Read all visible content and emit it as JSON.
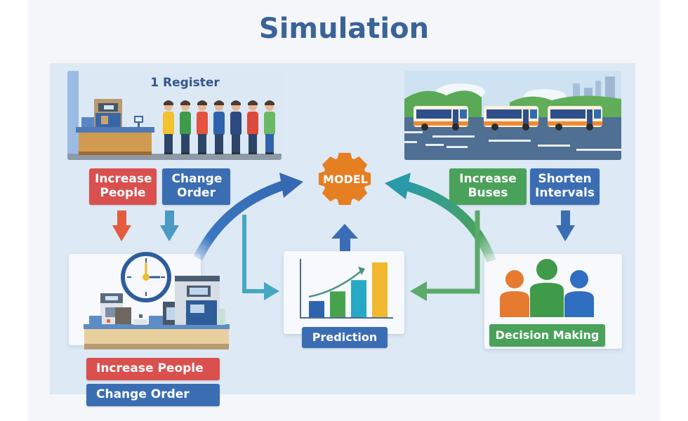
{
  "title": "Simulation",
  "register_scene": {
    "caption": "1 Register",
    "queue_count": 7,
    "shirt_colors": [
      "#f2c230",
      "#3f9a4a",
      "#e4533f",
      "#2f63ad",
      "#2d4a80",
      "#dc4a3e",
      "#6bb964"
    ]
  },
  "left_actions": {
    "increase_people": "Increase People",
    "change_order": "Change Order"
  },
  "right_actions": {
    "increase_buses": "Increase Buses",
    "shorten_intervals": "Shorten Intervals"
  },
  "bus_scene": {
    "bus_count": 3
  },
  "model": {
    "label": "MODEL",
    "color": "#e67e22"
  },
  "prediction": {
    "label": "Prediction",
    "bar_colors": [
      "#2f63ad",
      "#46a24d",
      "#27a8c4",
      "#f2b92e"
    ],
    "bar_values": [
      1,
      1.6,
      2.3,
      3.4
    ]
  },
  "decision": {
    "label": "Decision Making",
    "people_colors": [
      "#e67a2e",
      "#3f9a4a",
      "#2f6ec0"
    ]
  },
  "bottom_labels": {
    "increase_people": "Increase People",
    "change_order": "Change Order"
  },
  "colors": {
    "title": "#3a6399",
    "red": "#d9504f",
    "blue": "#3b6db3",
    "green": "#4aa25a"
  }
}
